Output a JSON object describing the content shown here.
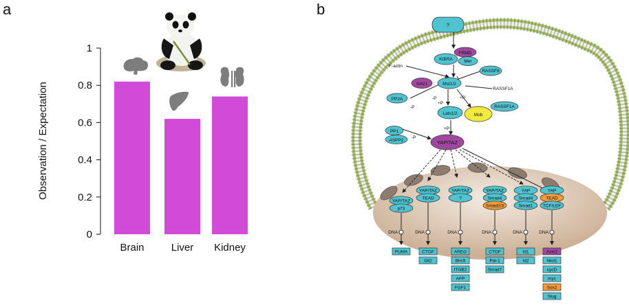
{
  "panels": {
    "a": "a",
    "b": "b"
  },
  "colors": {
    "bar": "#d14bd8",
    "organ": "#7d7d7d",
    "node_teal": "#4fc3cf",
    "node_purple": "#a0479f",
    "node_yellow": "#f0ea3c",
    "node_orange": "#ef9a3c",
    "nucleus": "#d9c4ad"
  },
  "chart_data": {
    "type": "bar",
    "categories": [
      "Brain",
      "Liver",
      "Kidney"
    ],
    "values": [
      0.82,
      0.62,
      0.74
    ],
    "ylabel": "Observation / Expectation",
    "ylim": [
      0,
      1
    ],
    "yticks": [
      "0",
      "0.2",
      "0.4",
      "0.6",
      "0.8",
      "1"
    ],
    "icons": [
      "brain-icon",
      "liver-icon",
      "kidney-icon",
      "panda-image"
    ]
  },
  "pathway": {
    "top": "?",
    "kibra": "KIBRA",
    "frmd": "FRMD",
    "mer": "Mer",
    "factin": "F-actin",
    "rassf6": "RASSF6",
    "sav1": "SAV1",
    "mst": "Mst1/2",
    "rassf1a_label": "RASSF1A",
    "rassf1a_node": "RASSF1A",
    "pp2a": "PP2A",
    "lats": "Lats1/2",
    "mob": "Mob",
    "pp1": "PP1",
    "aspp2": "ASPP2",
    "yaptaz": "YAP/TAZ",
    "minus_p": "-P",
    "plus_p": "+P",
    "dna": "DNA",
    "complexes": [
      {
        "nodes": [
          "YAP/TAZ",
          "p73"
        ],
        "targets": [
          "PUMA"
        ]
      },
      {
        "nodes": [
          "YAP/TAZ",
          "TEAD"
        ],
        "targets": [
          "CTGF",
          "Gli2"
        ]
      },
      {
        "nodes": [
          "YAP/TAZ",
          "?"
        ],
        "targets": [
          "AREG",
          "Birc5",
          "ITGB2",
          "AFP",
          "FGF1"
        ]
      },
      {
        "nodes": [
          "YAP/TAZ",
          "Smad4",
          "Smad2/3"
        ],
        "targets": [
          "CTGF",
          "Pai-1",
          "Smad7"
        ]
      },
      {
        "nodes": [
          "YAP",
          "Smad4",
          "Smad1"
        ],
        "targets": [
          "Id1",
          "Id2"
        ]
      },
      {
        "nodes": [
          "YAP",
          "TEAD",
          "TCF/LEF"
        ],
        "targets": [
          "Axin2",
          "Nkd1",
          "cycD",
          "myc",
          "Sox2",
          "Slug"
        ]
      }
    ]
  }
}
